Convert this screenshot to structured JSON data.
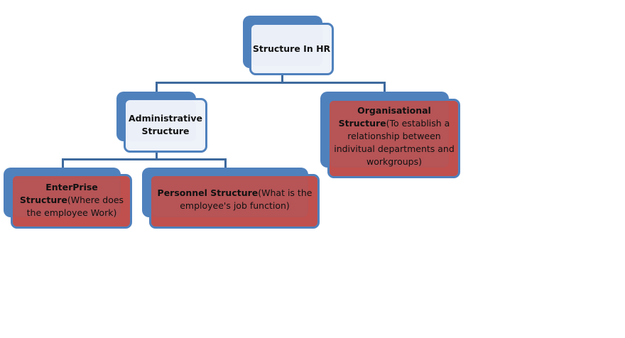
{
  "diagram": {
    "title": "HR structure hierarchy",
    "nodes": {
      "root": {
        "bold": "Structure In HR",
        "normal": ""
      },
      "administrative": {
        "bold": "Administrative Structure",
        "normal": ""
      },
      "organisational": {
        "bold": "Organisational Structure",
        "normal": "(To establish a relationship between indivitual departments and workgroups)"
      },
      "enterprise": {
        "bold": "EnterPrise Structure",
        "normal": "(Where does the employee Work)"
      },
      "personnel": {
        "bold": "Personnel Structure",
        "normal": "(What is the employee's job function)"
      }
    },
    "edges": [
      {
        "from": "Structure In HR",
        "to": "Administrative Structure"
      },
      {
        "from": "Structure In HR",
        "to": "Organisational Structure"
      },
      {
        "from": "Administrative Structure",
        "to": "EnterPrise Structure"
      },
      {
        "from": "Administrative Structure",
        "to": "Personnel Structure"
      }
    ],
    "colors": {
      "connector": "#3e6a9e",
      "back_shape": "#4f81bd",
      "light_fill": "#eef2f9",
      "red_fill": "#c0504d"
    }
  }
}
